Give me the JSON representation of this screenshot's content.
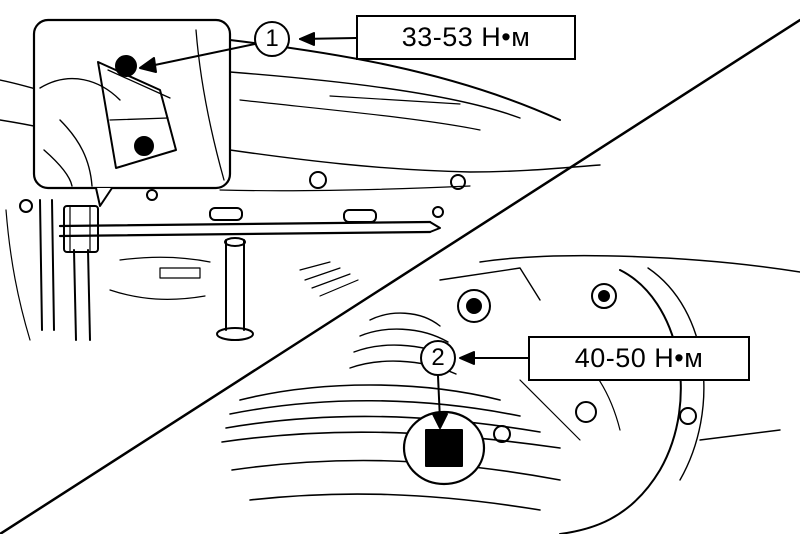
{
  "callouts": {
    "one": {
      "number": "1"
    },
    "two": {
      "number": "2"
    }
  },
  "torque_specs": {
    "one": "33-53 Н•м",
    "two": "40-50 Н•м"
  },
  "colors": {
    "ink": "#000000",
    "paper": "#ffffff"
  }
}
